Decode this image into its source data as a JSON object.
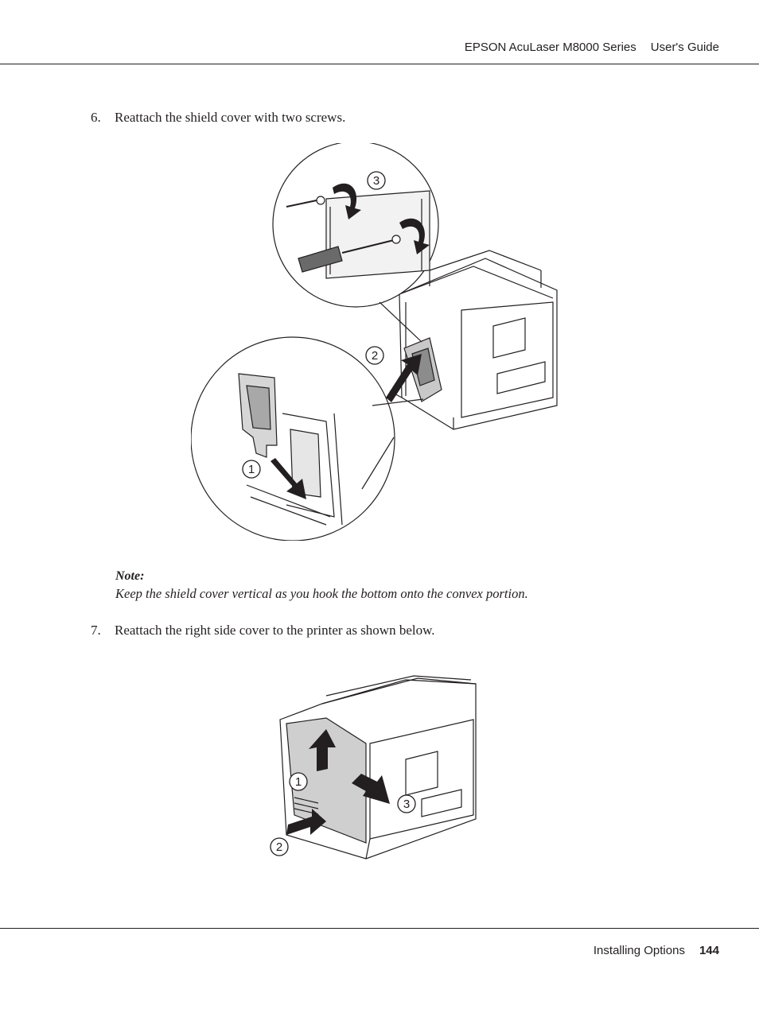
{
  "header": {
    "product": "EPSON AcuLaser M8000 Series",
    "guide": "User's Guide"
  },
  "steps": [
    {
      "number": "6.",
      "text": "Reattach the shield cover with two screws."
    },
    {
      "number": "7.",
      "text": "Reattach the right side cover to the printer as shown below."
    }
  ],
  "note": {
    "title": "Note:",
    "text": "Keep the shield cover vertical as you hook the bottom onto the convex portion."
  },
  "figure1": {
    "callouts": [
      "1",
      "2",
      "3"
    ]
  },
  "figure2": {
    "callouts": [
      "1",
      "2",
      "3"
    ]
  },
  "footer": {
    "section": "Installing Options",
    "page": "144"
  }
}
